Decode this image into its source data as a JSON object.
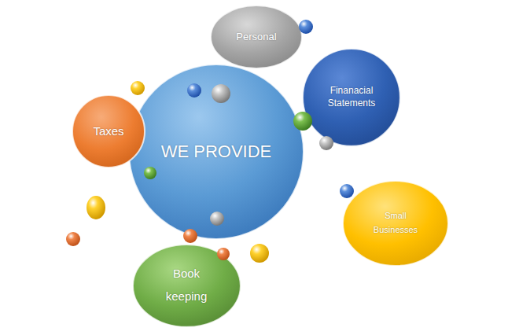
{
  "diagram": {
    "nodes": [
      {
        "text": [
          "WE PROVIDE"
        ]
      },
      {
        "text": [
          "Personal"
        ]
      },
      {
        "text": [
          "Finanacial Statements"
        ]
      },
      {
        "text": [
          "Taxes"
        ]
      },
      {
        "text": [
          "Small Businesses"
        ]
      },
      {
        "text": [
          "Book keeping"
        ]
      }
    ]
  }
}
